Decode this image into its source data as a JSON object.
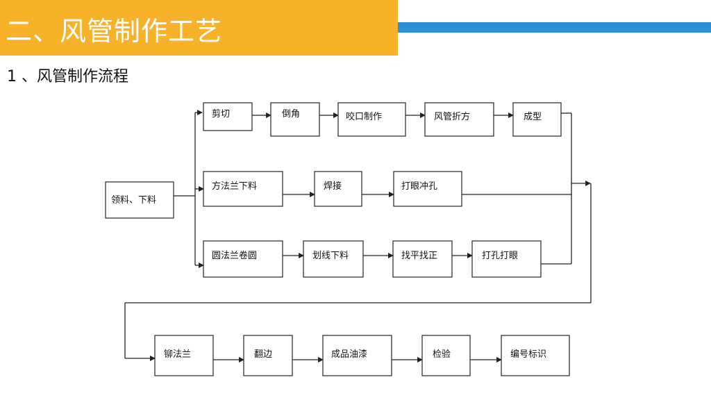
{
  "header": {
    "title": "二、风管制作工艺",
    "subtitle": "1 、风管制作流程"
  },
  "colors": {
    "title_bar": "#f8b22a",
    "accent_line": "#2f8fd6"
  },
  "diagram": {
    "start": "领料、下料",
    "row1": [
      "剪切",
      "倒角",
      "咬口制作",
      "风管折方",
      "成型"
    ],
    "row2": [
      "方法兰下料",
      "焊接",
      "打眼冲孔"
    ],
    "row3": [
      "圆法兰卷圆",
      "划线下料",
      "找平找正",
      "打孔打眼"
    ],
    "row4": [
      "铆法兰",
      "翻边",
      "成品油漆",
      "检验",
      "编号标识"
    ]
  }
}
